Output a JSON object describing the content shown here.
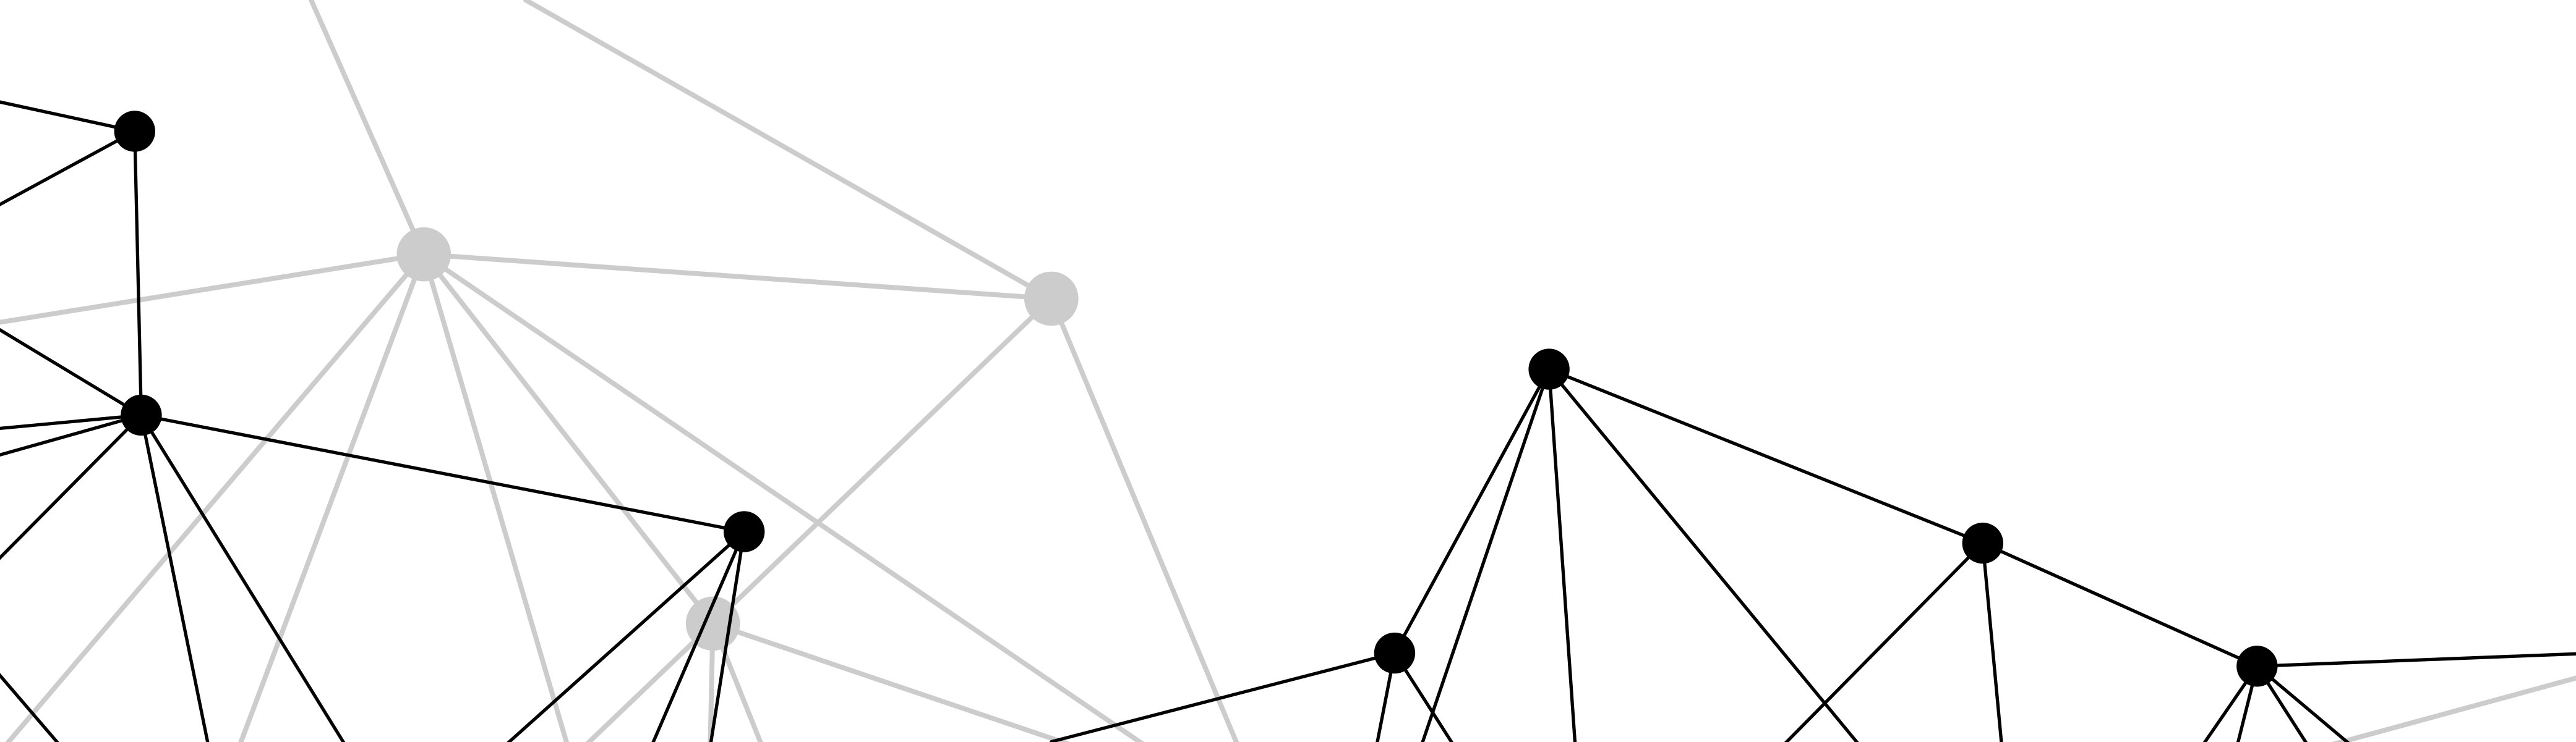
{
  "graphic": {
    "kind": "network-pattern",
    "background_color": "#ffffff",
    "layers": [
      {
        "name": "background-network",
        "color": "#cccccc",
        "nodes": [
          {
            "id": "g1"
          },
          {
            "id": "g2"
          },
          {
            "id": "g3"
          }
        ]
      },
      {
        "name": "foreground-network",
        "color": "#000000",
        "nodes": [
          {
            "id": "b1"
          },
          {
            "id": "b2"
          },
          {
            "id": "b3"
          },
          {
            "id": "b4"
          },
          {
            "id": "b5"
          },
          {
            "id": "b6"
          },
          {
            "id": "b7"
          }
        ]
      }
    ]
  }
}
